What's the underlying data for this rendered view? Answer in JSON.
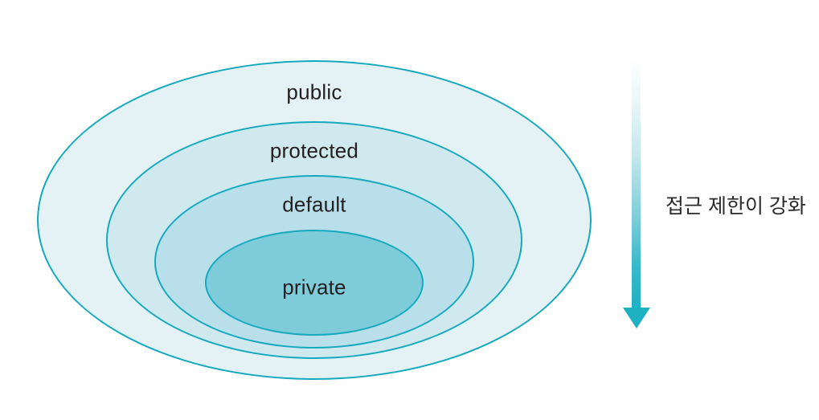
{
  "diagram": {
    "type": "nested-ellipses",
    "description": "Java access modifier scopes from widest (public) to narrowest (private)",
    "stroke_color": "#15a9be",
    "layers": [
      {
        "label": "public",
        "fill": "#e4f2f6",
        "level": 1
      },
      {
        "label": "protected",
        "fill": "#cfe9ef",
        "level": 2
      },
      {
        "label": "default",
        "fill": "#b9e0ea",
        "level": 3
      },
      {
        "label": "private",
        "fill": "#7ecbd9",
        "level": 4
      }
    ],
    "arrow": {
      "direction": "down",
      "color": "#1db1c3",
      "caption": "접근 제한이 강화"
    }
  }
}
